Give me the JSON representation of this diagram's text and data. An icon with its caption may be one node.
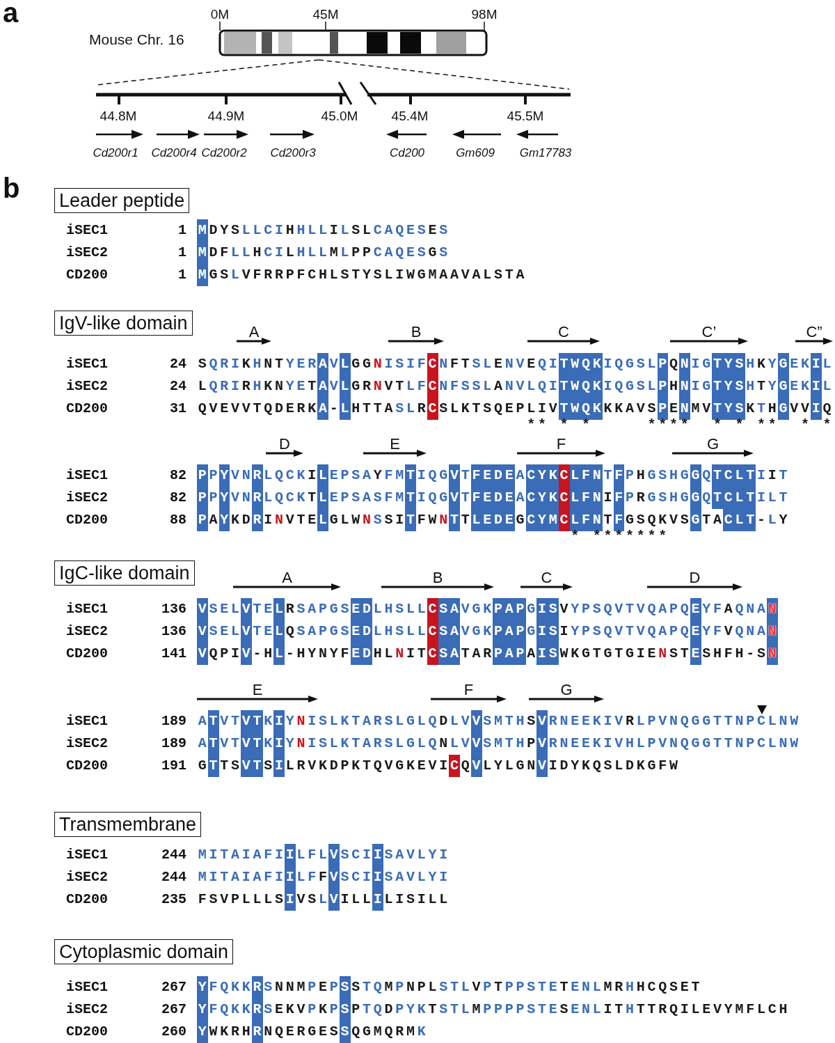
{
  "diagram": {
    "nodes": [
      {
        "text": [
          "Leader peptide"
        ]
      },
      {
        "text": [
          "IgV-like domain"
        ]
      },
      {
        "text": [
          "IgC-like domain"
        ]
      },
      {
        "text": [
          "Transmembrane"
        ]
      },
      {
        "text": [
          "Cytoplasmic domain"
        ]
      }
    ],
    "labels": [
      "a",
      "0M",
      "45M",
      "98M",
      "Mouse Chr. 16",
      "44.8M",
      "44.9M",
      "45.0M",
      "45.4M",
      "45.5M",
      "Cd200r1",
      "Cd200r4",
      "Cd200r2",
      "Cd200r3",
      "Cd200",
      "Gm609",
      "Gm17783",
      "b",
      "iSEC1",
      "1",
      "MDYSLLCIHHLLILSLCAQESES",
      "iSEC2",
      "1",
      "MDFLLHCILHLLMLPPCAQESGS",
      "CD200",
      "1",
      "MGSLVFRRPFCHLSTYSLIWGMAAVALSTA",
      "A",
      "B",
      "C",
      "C’",
      "C”",
      "iSEC1",
      "24",
      "SQRIKHNTYERAVLGGNISIFCNFTSLENVEQITWQKIQGSLPQNIGTYSHKYGEKIL",
      "iSEC2",
      "24",
      "LQRIRHKNYETAVLGRNVTLFCNFSSLANVLQITWQKIQGSLPHNIGTYSHTYGEKIL",
      "CD200",
      "31",
      "QVEVVTQDERKA-LHTTASLRCSLKTSQEPLIVTWQKKKAVSPENMVTYSKTHGVVIQ",
      "** * *     ****  * * **  * *",
      "D",
      "E",
      "F",
      "G",
      "iSEC1",
      "82",
      "PPYVNRLQCKILEPSAYFMTIQGVTFEDEACYKCLFNTFPHGSHGGQTCLTIIT",
      "iSEC2",
      "82",
      "PPYVNRLQCKTLEPSASFMTIQGVTFEDEACYKCLFNIFPRGSHGGQTCLTILT",
      "CD200",
      "88",
      "PAYKDRINVTELGLWNSSITFWNTTLEDEGCYMCLFNTFGSQKVSGTACLT-LY",
      "* *******",
      "A",
      "B",
      "C",
      "D",
      "iSEC1",
      "136",
      "VSELVTELRSAPGSEDLHSLLCSAVGKPAPGISVYPSQVTVQAPQEYFAQNAN",
      "iSEC2",
      "136",
      "VSELVTELQSAPGSEDLHSLLCSAVGKPAPGISIYPSQVTVQAPQEYFVQNAN",
      "CD200",
      "141",
      "VQPIV-HL-HYNYFEDHLNITCSATARPAPAISWKGTGTGIENSTESHFH-SN",
      "E",
      "F",
      "G",
      "iSEC1",
      "189",
      "ATVTVTKIYNISLKTARSLGLQDLVVSMTHSVRNEEKIVRLPVNQGGTTNPCLNW",
      "iSEC2",
      "189",
      "ATVTVTKIYNISLKTARSLGLQNLVVSMTHPVRNEEKIVHLPVNQGGTTNPCLNW",
      "CD200",
      "191",
      "GTTSVTSILRVKDPKTQVGKEVICQVLYLGNVIDYKQSLDKGFW",
      "iSEC1",
      "244",
      "MITAIAFIILFLVSCIISAVLYI",
      "iSEC2",
      "244",
      "MITAIAFIILFFVSCIISAVLYI",
      "CD200",
      "235",
      "FSVPLLLSIVSLVILLILISILL",
      "iSEC1",
      "267",
      "YFQKKRSNNMPEPSSTQMPNPLSTLVPTPPSTETENLMRHHCQSET",
      "iSEC2",
      "267",
      "YFQKKRSEKVPKPSPTQDPYKTSTLMPPPPSTESENLITHTTRQILEVYMFLCH",
      "CD200",
      "260",
      "YWKRHRNQERGESSQGMQRMK"
    ]
  }
}
